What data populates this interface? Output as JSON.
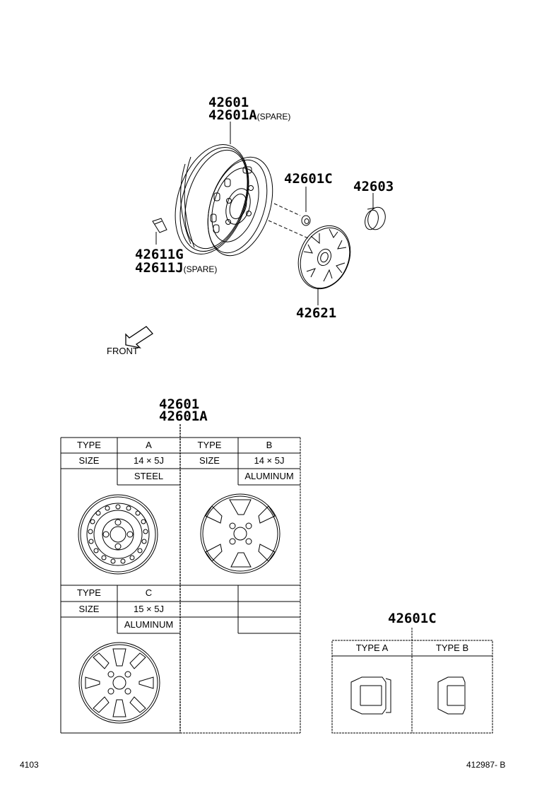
{
  "diagram": {
    "exploded_view": {
      "labels": [
        {
          "part_no": "42601",
          "note": ""
        },
        {
          "part_no": "42601A",
          "note": "(SPARE)"
        },
        {
          "part_no": "42601C",
          "note": ""
        },
        {
          "part_no": "42603",
          "note": ""
        },
        {
          "part_no": "42611G",
          "note": ""
        },
        {
          "part_no": "42611J",
          "note": "(SPARE)"
        },
        {
          "part_no": "42621",
          "note": ""
        }
      ],
      "direction_label": "FRONT"
    },
    "wheel_table": {
      "title_line1": "42601",
      "title_line2": "42601A",
      "row_labels": {
        "type": "TYPE",
        "size": "SIZE"
      },
      "types": [
        {
          "type": "A",
          "size": "14 × 5J",
          "material": "STEEL"
        },
        {
          "type": "B",
          "size": "14 × 5J",
          "material": "ALUMINUM"
        },
        {
          "type": "C",
          "size": "15 × 5J",
          "material": "ALUMINUM"
        }
      ]
    },
    "nut_table": {
      "title": "42601C",
      "columns": [
        "TYPE A",
        "TYPE B"
      ]
    },
    "footer": {
      "left_code": "4103",
      "right_code": "412987- B"
    }
  }
}
